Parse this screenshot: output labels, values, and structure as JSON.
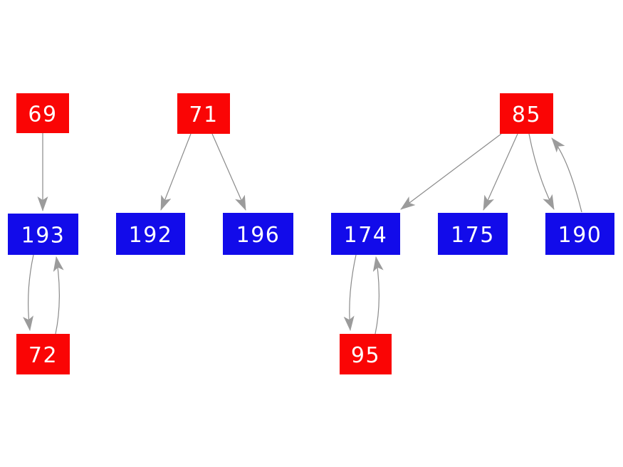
{
  "diagram": {
    "kind": "directed-graph",
    "background": "#ffffff",
    "colors": {
      "red_node": "#fa0505",
      "blue_node": "#120bea",
      "edge": "#8a8a8a",
      "arrowhead": "#9b9b9b",
      "label_text": "#ffffff"
    },
    "nodes": [
      {
        "id": "69",
        "label": "69",
        "fill": "#fa0505"
      },
      {
        "id": "193",
        "label": "193",
        "fill": "#120bea"
      },
      {
        "id": "72",
        "label": "72",
        "fill": "#fa0505"
      },
      {
        "id": "71",
        "label": "71",
        "fill": "#fa0505"
      },
      {
        "id": "192",
        "label": "192",
        "fill": "#120bea"
      },
      {
        "id": "196",
        "label": "196",
        "fill": "#120bea"
      },
      {
        "id": "85",
        "label": "85",
        "fill": "#fa0505"
      },
      {
        "id": "174",
        "label": "174",
        "fill": "#120bea"
      },
      {
        "id": "175",
        "label": "175",
        "fill": "#120bea"
      },
      {
        "id": "190",
        "label": "190",
        "fill": "#120bea"
      },
      {
        "id": "95",
        "label": "95",
        "fill": "#fa0505"
      }
    ],
    "edges": [
      {
        "from": "69",
        "to": "193"
      },
      {
        "from": "193",
        "to": "72"
      },
      {
        "from": "72",
        "to": "193"
      },
      {
        "from": "71",
        "to": "192"
      },
      {
        "from": "71",
        "to": "196"
      },
      {
        "from": "85",
        "to": "174"
      },
      {
        "from": "85",
        "to": "175"
      },
      {
        "from": "85",
        "to": "190"
      },
      {
        "from": "190",
        "to": "85"
      },
      {
        "from": "174",
        "to": "95"
      },
      {
        "from": "95",
        "to": "174"
      }
    ]
  }
}
